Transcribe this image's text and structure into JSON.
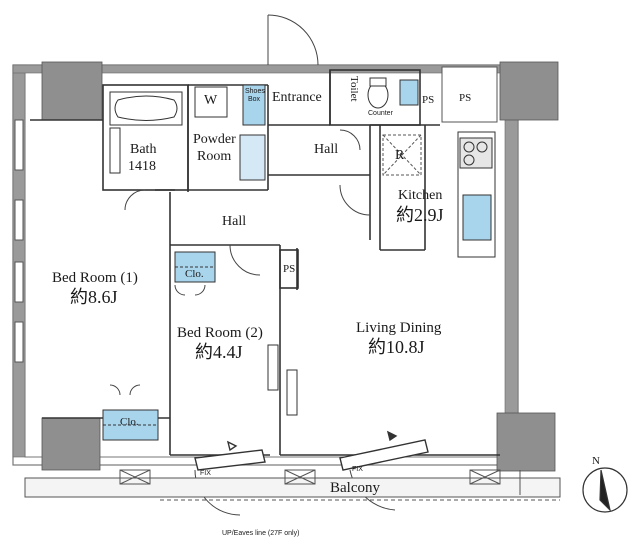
{
  "rooms": {
    "bedroom1": {
      "name": "Bed Room (1)",
      "size": "約8.6J"
    },
    "bedroom2": {
      "name": "Bed Room (2)",
      "size": "約4.4J"
    },
    "living": {
      "name": "Living Dining",
      "size": "約10.8J"
    },
    "kitchen": {
      "name": "Kitchen",
      "size": "約2.9J"
    },
    "bath": {
      "name": "Bath",
      "size": "1418"
    },
    "powder": {
      "line1": "Powder",
      "line2": "Room"
    },
    "hall_center": "Hall",
    "hall_upper": "Hall",
    "entrance": "Entrance",
    "toilet": "Toilet",
    "balcony": "Balcony"
  },
  "fixtures": {
    "washer": "W",
    "shoes_box": "Shoes Box",
    "counter": "Counter",
    "fridge": "R",
    "ps_top_small": "PS",
    "ps_top_right": "PS",
    "ps_bedroom2": "PS",
    "closet_bedroom2": "Clo.",
    "closet_bedroom1": "Clo.",
    "fix_left": "FIX",
    "fix_right": "FIX"
  },
  "notes": {
    "eaves": "UP/Eaves line (27F only)",
    "north": "N"
  },
  "colors": {
    "wall": "#8c8c8c",
    "column": "#909090",
    "line": "#333333",
    "fixture_blue": "#a8d4ec"
  }
}
